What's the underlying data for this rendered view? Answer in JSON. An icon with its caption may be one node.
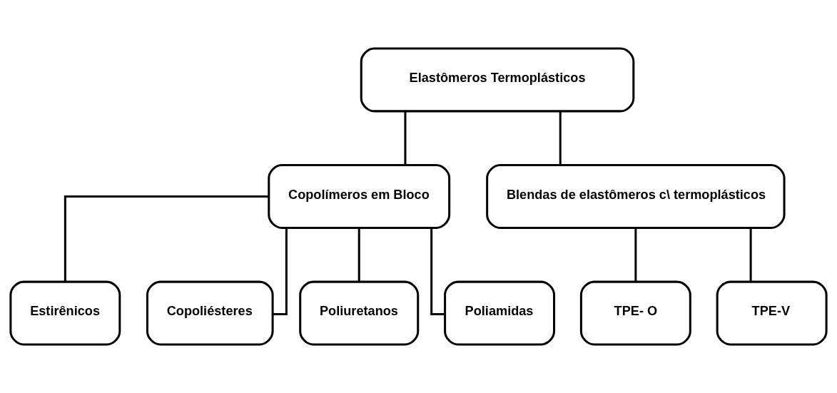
{
  "diagram": {
    "nodes": [
      {
        "text": [
          "Elastômeros Termoplásticos"
        ]
      },
      {
        "text": [
          "Copolímeros em Bloco"
        ]
      },
      {
        "text": [
          "Blendas de elastômeros c\\ termoplásticos"
        ]
      },
      {
        "text": [
          "Estirênicos"
        ]
      },
      {
        "text": [
          "Copoliésteres"
        ]
      },
      {
        "text": [
          "Poliuretanos"
        ]
      },
      {
        "text": [
          "Poliamidas"
        ]
      },
      {
        "text": [
          "TPE- O"
        ]
      },
      {
        "text": [
          "TPE-V"
        ]
      }
    ],
    "edges": [
      {
        "from": 0,
        "to": 1,
        "arrow": "none"
      },
      {
        "from": 0,
        "to": 2,
        "arrow": "none"
      },
      {
        "from": 1,
        "to": 3,
        "arrow": "none"
      },
      {
        "from": 1,
        "to": 4,
        "arrow": "none"
      },
      {
        "from": 1,
        "to": 5,
        "arrow": "none"
      },
      {
        "from": 1,
        "to": 6,
        "arrow": "none"
      },
      {
        "from": 2,
        "to": 7,
        "arrow": "none"
      },
      {
        "from": 2,
        "to": 8,
        "arrow": "none"
      }
    ]
  }
}
